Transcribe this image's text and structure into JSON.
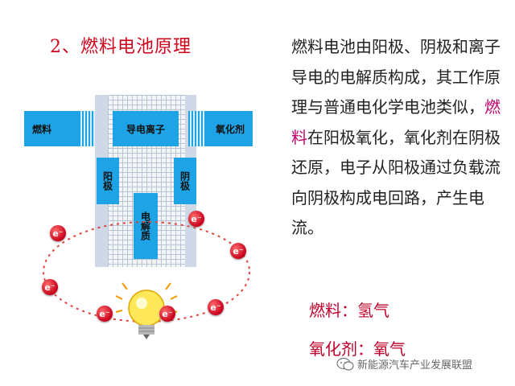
{
  "title": "2、燃料电池原理",
  "description": {
    "part1": "燃料电池由阳极、阴极和离子导电的电解质构成，其工作原理与普通电化学电池类似，",
    "highlight": "燃料",
    "part2": "在阳极氧化，氧化剂在阴极还原，电子从阳极通过负载流向阴极构成电回路，产生电流。"
  },
  "facts": [
    {
      "label": "燃料：",
      "value": "氢气"
    },
    {
      "label": "氧化剂：",
      "value": "氧气"
    }
  ],
  "diagram": {
    "fuel_label": "燃料",
    "oxidant_label": "氧化剂",
    "ion_label": "导电离子",
    "anode_label": "阳极",
    "cathode_label": "阴极",
    "electrolyte_label": "电解质",
    "electron_symbol": "e⁻"
  },
  "watermark": "新能源汽车产业发展联盟",
  "colors": {
    "accent": "#1ea3e6",
    "title": "#d0021b",
    "highlight": "#c2006b"
  }
}
